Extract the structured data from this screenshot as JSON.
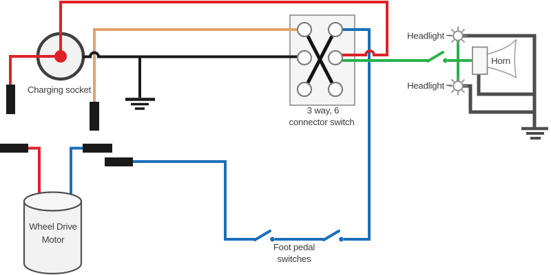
{
  "diagram": {
    "type": "wiring-schematic",
    "background": "#ffffff",
    "colors": {
      "red": "#e02126",
      "orange": "#e2a369",
      "black": "#1a1a1a",
      "blue": "#1a6fba",
      "green": "#27b24b",
      "gray": "#4d4d4d",
      "component_stroke": "#8c8c8c",
      "component_fill": "#f3f3f3",
      "label_text": "#3d3d3d"
    },
    "labels": {
      "charging_socket": "Charging socket",
      "switch_line1": "3 way, 6",
      "switch_line2": "connector switch",
      "headlight_top": "Headlight",
      "headlight_bottom": "Headlight",
      "horn": "Horn",
      "motor_line1": "Wheel Drive",
      "motor_line2": "Motor",
      "foot_switches_line1": "Foot pedal",
      "foot_switches_line2": "switches"
    }
  }
}
